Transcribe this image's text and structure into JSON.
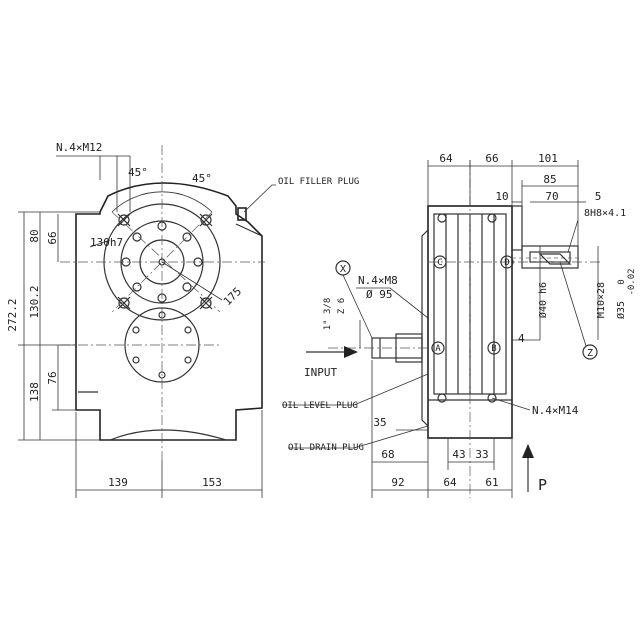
{
  "front_view": {
    "bolt_note": "N.4×M12",
    "angle_left": "45°",
    "angle_right": "45°",
    "pilot_diameter": "130h7",
    "bolt_circle": "175",
    "oil_filler_plug": "OIL FILLER PLUG",
    "dims_left": {
      "d80": "80",
      "d66": "66",
      "d272": "272.2",
      "d130": "130.2",
      "d76": "76",
      "d138": "138"
    },
    "dims_bottom": {
      "d139": "139",
      "d153": "153"
    }
  },
  "side_view": {
    "top_dims": {
      "d64": "64",
      "d66": "66",
      "d101": "101",
      "d85": "85",
      "d10": "10",
      "d70": "70",
      "d5": "5"
    },
    "keyway": "8H8×4.1",
    "thread": "M10×28",
    "shaft_h6": "Ø40 h6",
    "shaft_tol": "Ø35",
    "tol_upper": "0",
    "tol_lower": "-0.02",
    "dim4": "4",
    "circle_x": "X",
    "circle_z": "Z",
    "circle_a": "A",
    "circle_b": "B",
    "circle_c": "C",
    "circle_d": "D",
    "input_bolt": "N.4×M8",
    "input_bc": "Ø 95",
    "input_thread": "1\" 3/8",
    "input_z": "Z 6",
    "input_label": "INPUT",
    "oil_level_plug": "OIL LEVEL PLUG",
    "oil_drain_plug": "OIL DRAIN PLUG",
    "d35": "35",
    "d68": "68",
    "mount_bolt": "N.4×M14",
    "d43": "43",
    "d33": "33",
    "bottom_dims": {
      "d92": "92",
      "d64": "64",
      "d61": "61"
    },
    "p_label": "P"
  }
}
